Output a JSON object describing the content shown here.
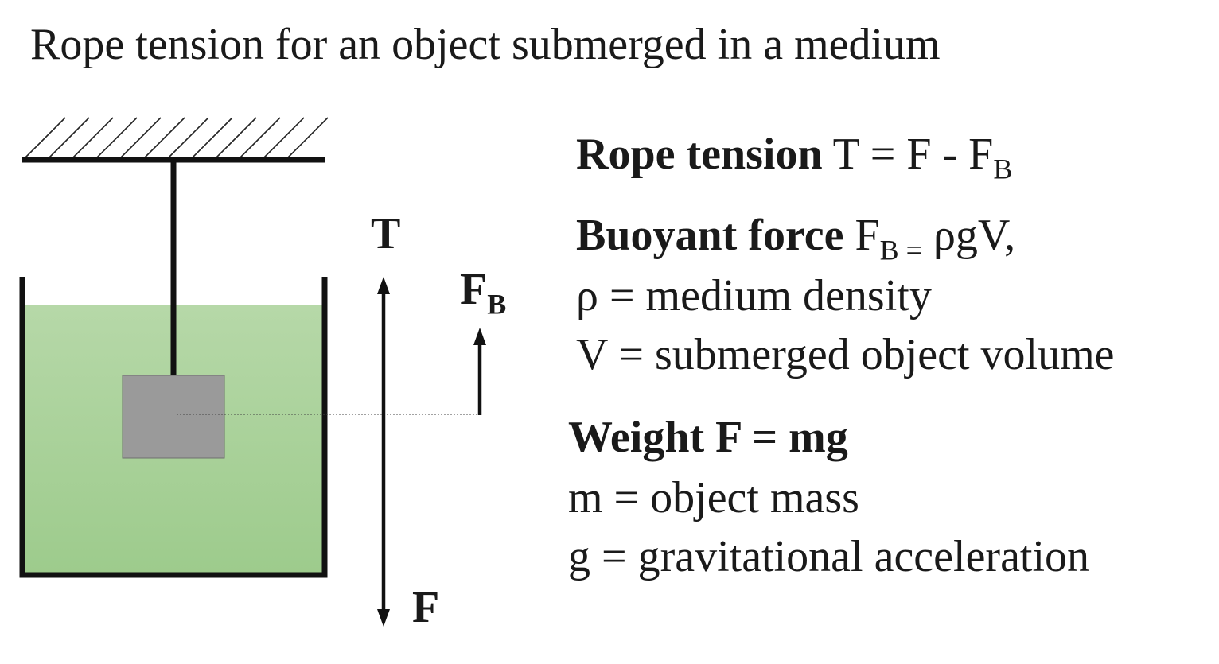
{
  "title": "Rope tension for an object submerged in a medium",
  "colors": {
    "liquid": "#a7cf98",
    "object": "#9a9a9a",
    "lines": "#111111"
  },
  "labels": {
    "tension": "T",
    "buoyant_main": "F",
    "buoyant_sub": "B",
    "weight": "F"
  },
  "equations": {
    "rope_tension": {
      "label": "Rope tension",
      "expr": "T = F - F",
      "sub": "B"
    },
    "buoyant_force": {
      "label": "Buoyant force",
      "expr_main": "F",
      "expr_sub": "B =",
      "expr_rest": " ρgV,"
    },
    "rho_def": "ρ = medium density",
    "v_def": "V = submerged object volume",
    "weight": "Weight F = mg",
    "m_def": "m = object mass",
    "g_def": "g = gravitational acceleration"
  }
}
